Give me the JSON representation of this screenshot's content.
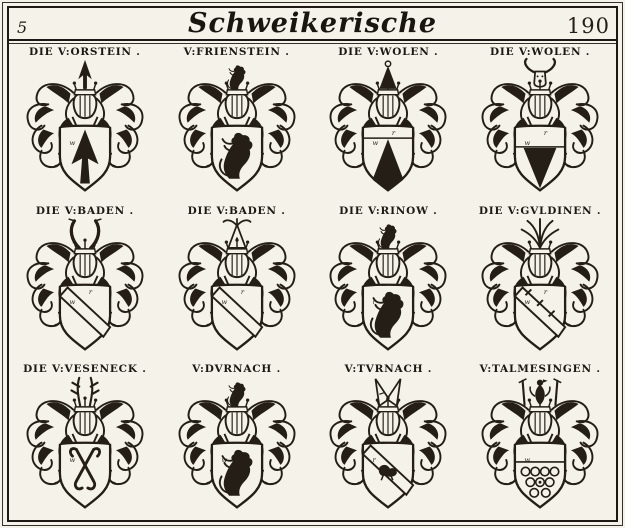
{
  "page": {
    "folio": "5",
    "title": "Schweikerische",
    "page_number": "190"
  },
  "colors": {
    "ink": "#241e17",
    "paper": "#f4f2e9"
  },
  "crests": [
    {
      "label": "DIE V:ORSTEIN .",
      "family": "Orstein",
      "charge_icon": "ch-spearhead",
      "crest_icon": "cr-spearhead",
      "marks": [
        "w",
        ""
      ]
    },
    {
      "label": "V:FRIENSTEIN .",
      "family": "Frienstein",
      "charge_icon": "ch-lion",
      "crest_icon": "cr-demilion",
      "marks": [
        "",
        ""
      ]
    },
    {
      "label": "DIE V:WOLEN .",
      "family": "Wolen",
      "charge_icon": "ch-pile-up",
      "crest_icon": "cr-cone-ball",
      "marks": [
        "w",
        "r"
      ]
    },
    {
      "label": "DIE V:WOLEN .",
      "family": "Wolen",
      "charge_icon": "ch-pile-down",
      "crest_icon": "cr-bullhead",
      "marks": [
        "w",
        "r"
      ]
    },
    {
      "label": "DIE V:BADEN .",
      "family": "Baden",
      "charge_icon": "ch-bend",
      "crest_icon": "cr-horns",
      "marks": [
        "w",
        "r"
      ]
    },
    {
      "label": "DIE V:BADEN .",
      "family": "Baden",
      "charge_icon": "ch-bend",
      "crest_icon": "cr-cone-plume",
      "marks": [
        "w",
        "r"
      ]
    },
    {
      "label": "DIE V:RINOW .",
      "family": "Rinow",
      "charge_icon": "ch-lion",
      "crest_icon": "cr-demilion",
      "marks": [
        "r",
        ""
      ]
    },
    {
      "label": "DIE V:GVLDINEN .",
      "family": "Gvldinen",
      "charge_icon": "ch-bend-ragged",
      "crest_icon": "cr-plume",
      "marks": [
        "w",
        "r"
      ]
    },
    {
      "label": "DIE V:VESENECK .",
      "family": "Veseneck",
      "charge_icon": "ch-hooks",
      "crest_icon": "cr-antlers",
      "marks": [
        "w",
        ""
      ]
    },
    {
      "label": "V:DVRNACH .",
      "family": "Dvrnach",
      "charge_icon": "ch-lion",
      "crest_icon": "cr-demilion",
      "marks": [
        "w",
        ""
      ]
    },
    {
      "label": "V:TVRNACH .",
      "family": "Tvrnach",
      "charge_icon": "ch-bend-lion",
      "crest_icon": "cr-mitre",
      "marks": [
        "r",
        ""
      ]
    },
    {
      "label": "V:TALMESINGEN .",
      "family": "Talmesingen",
      "charge_icon": "ch-roundels",
      "crest_icon": "cr-eagle",
      "marks": [
        "w",
        ""
      ]
    }
  ]
}
